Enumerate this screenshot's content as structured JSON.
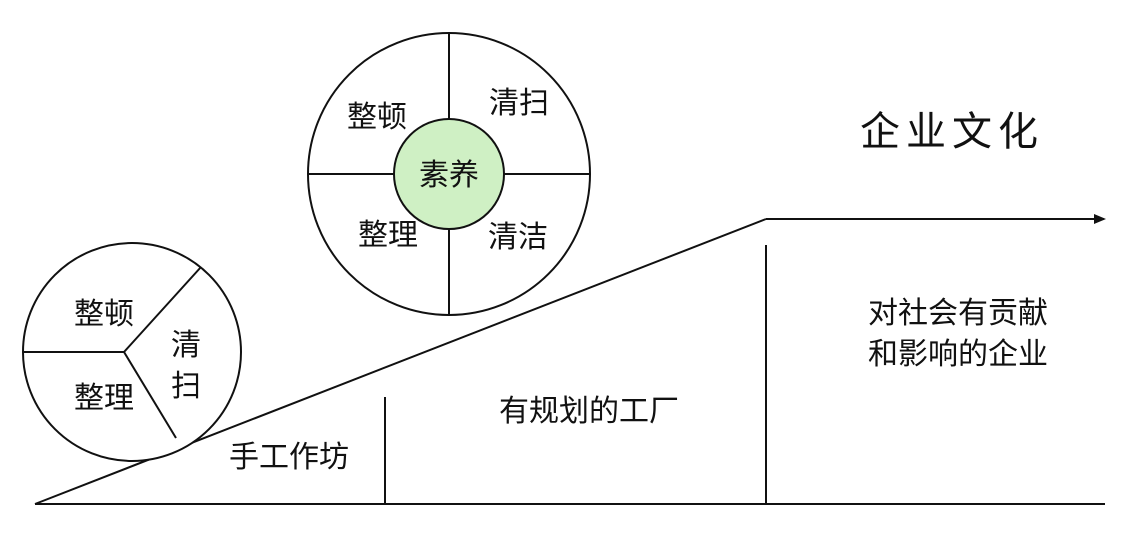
{
  "title": "企业文化",
  "colors": {
    "line": "#111111",
    "core_fill": "#cff0c4",
    "background": "#ffffff"
  },
  "small_circle": {
    "segments": [
      "整顿",
      "整理",
      "清",
      "扫"
    ]
  },
  "large_circle": {
    "center": "素养",
    "quadrants": {
      "top_left": "整顿",
      "top_right": "清扫",
      "bottom_left": "整理",
      "bottom_right": "清洁"
    }
  },
  "stages": {
    "stage1": "手工作坊",
    "stage2": "有规划的工厂",
    "stage3_line1": "对社会有贡献",
    "stage3_line2": "和影响的企业"
  }
}
